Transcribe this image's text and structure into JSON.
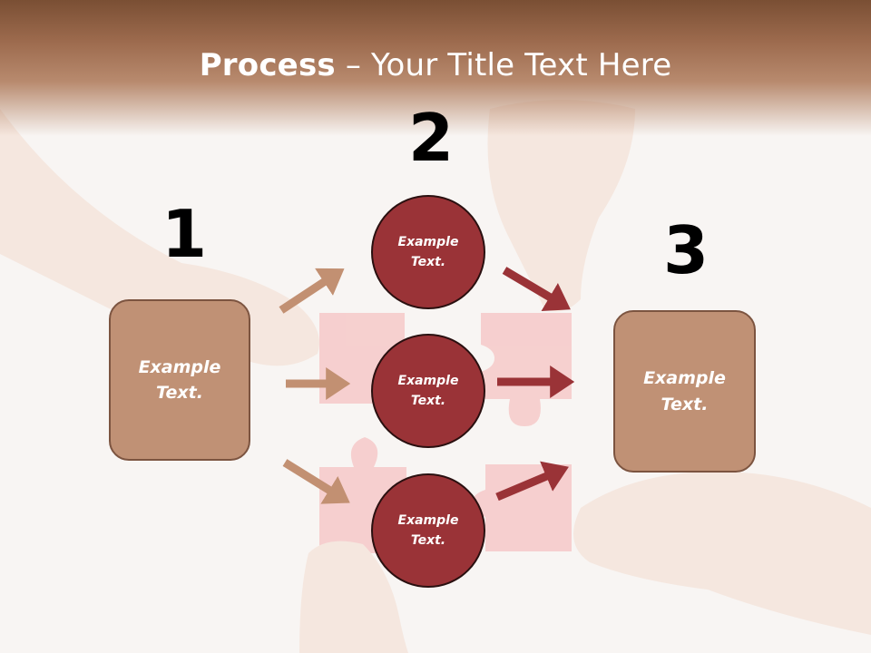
{
  "title": {
    "bold": "Process",
    "rest": " – Your Title Text Here"
  },
  "steps": [
    {
      "number": "1",
      "text_line1": "Example",
      "text_line2": "Text."
    },
    {
      "number": "2",
      "circles": [
        {
          "text_line1": "Example",
          "text_line2": "Text."
        },
        {
          "text_line1": "Example",
          "text_line2": "Text."
        },
        {
          "text_line1": "Example",
          "text_line2": "Text."
        }
      ]
    },
    {
      "number": "3",
      "text_line1": "Example",
      "text_line2": "Text."
    }
  ],
  "colors": {
    "header": "#9c6a4d",
    "box_fill": "#c09175",
    "circle_fill": "#9a3337",
    "arrow_light": "#c29072",
    "arrow_dark": "#9a3337"
  }
}
